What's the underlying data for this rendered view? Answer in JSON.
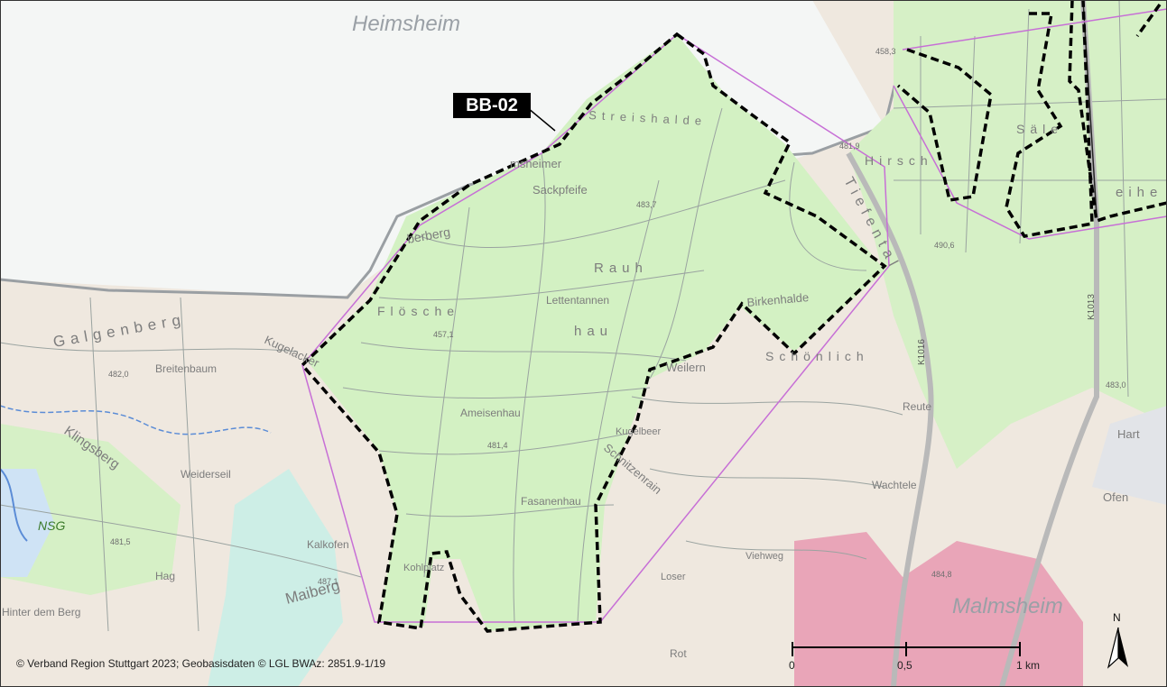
{
  "map": {
    "area_label": "BB-02",
    "copyright": "© Verband Region Stuttgart 2023; Geobasisdaten © LGL BWAz: 2851.9-1/19",
    "towns": {
      "top": "Heimsheim",
      "bottom_right": "Malmsheim"
    },
    "place_names": {
      "galgenberg": "Galgenberg",
      "kugelacker": "Kugelacker",
      "breitenbaum": "Breitenbaum",
      "klingsberg": "Klingsberg",
      "weiderseil": "Weiderseil",
      "kalkofen": "Kalkofen",
      "hag": "Hag",
      "hinter_dem_berg": "Hinter dem Berg",
      "maiberg": "Maiberg",
      "kohlplatz": "Kohlplatz",
      "amtenbuehl": "Ameisenhau",
      "fasanenhau": "Fasanenhau",
      "lettentannen": "Lettentannen",
      "rauh": "Rauh",
      "hau": "hau",
      "floesche": "Flösche",
      "streishalde": "Streishalde",
      "sackpfeife": "Sackpfeife",
      "imsheimer": "msheimer",
      "oberberg": "berberg",
      "birkenhalde": "Birkenhalde",
      "schoenlich": "Schönlich",
      "weilern": "Weilern",
      "kugelbeer": "Kugelbeer",
      "schnitzenrain": "Schnitzenrain",
      "loser": "Loser",
      "viehweg": "Viehweg",
      "reute": "Reute",
      "wachtele": "Wachtele",
      "ofen": "Ofen",
      "hart": "Hart",
      "hirsch": "Hirsch",
      "saelle": "Säle",
      "heide": "eihe",
      "rot": "Rot",
      "tiefental": "Tiefental",
      "nsg": "NSG"
    },
    "roads": {
      "k1016": "K1016",
      "k1013": "K1013"
    },
    "elevations": [
      "483,7",
      "457,1",
      "481,4",
      "458,3",
      "481,9",
      "490,6",
      "483,0",
      "482,0",
      "481,5",
      "487,1",
      "484,8"
    ],
    "scalebar": {
      "labels": [
        "0",
        "0,5",
        "1 km"
      ]
    },
    "north_arrow": {
      "label": "N"
    },
    "colors": {
      "forest": "#d6f0c6",
      "farmland": "#efe8df",
      "settlement": "#e9a5b8",
      "boundary": "#000000",
      "hull": "#c76fd6",
      "water": "#5b8cd6"
    }
  }
}
